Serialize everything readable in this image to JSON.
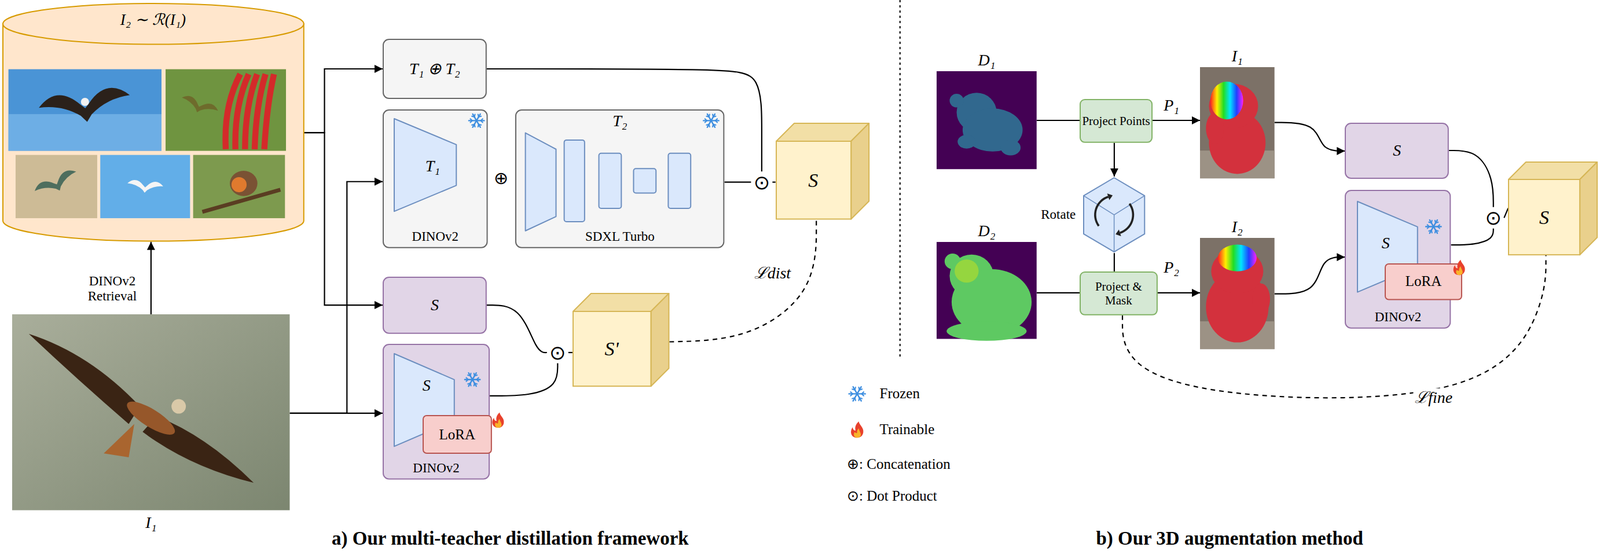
{
  "diagram": {
    "nodes": [
      {
        "text": [
          "I₂ ∼ ℛ(I₁)"
        ]
      },
      {
        "text": [
          "I₁"
        ]
      },
      {
        "text": [
          "T₁ ⊕ T₂"
        ]
      },
      {
        "text": [
          "DINOv2"
        ]
      },
      {
        "text": [
          "T₁"
        ],
        "in": 3
      },
      {
        "text": [
          "T₂",
          "SDXL Turbo"
        ]
      },
      {
        "text": [
          "⊙"
        ]
      },
      {
        "text": [
          "S"
        ]
      },
      {
        "text": [
          "S"
        ]
      },
      {
        "text": [
          "DINOv2"
        ]
      },
      {
        "text": [
          "S"
        ],
        "in": 9
      },
      {
        "text": [
          "LoRA"
        ],
        "in": 9
      },
      {
        "text": [
          "⊙"
        ]
      },
      {
        "text": [
          "S'"
        ]
      },
      {
        "text": [
          "D₁"
        ]
      },
      {
        "text": [
          "Project Points"
        ]
      },
      {
        "text": [
          "Rotate"
        ]
      },
      {
        "text": [
          "D₂"
        ]
      },
      {
        "text": [
          "Project & Mask"
        ]
      },
      {
        "text": [
          "I₁"
        ]
      },
      {
        "text": [
          "I₂"
        ]
      },
      {
        "text": [
          "S"
        ]
      },
      {
        "text": [
          "DINOv2"
        ]
      },
      {
        "text": [
          "S"
        ],
        "in": 22
      },
      {
        "text": [
          "LoRA"
        ],
        "in": 22
      },
      {
        "text": [
          "⊙"
        ]
      },
      {
        "text": [
          "S"
        ]
      }
    ],
    "edges": [
      {
        "from": 1,
        "to": 0,
        "arrow": "to",
        "label": "DINOv2 Retrieval"
      },
      {
        "from": 0,
        "to": 2,
        "arrow": "to"
      },
      {
        "from": 0,
        "to": 8,
        "arrow": "to"
      },
      {
        "from": 1,
        "to": 3,
        "arrow": "to"
      },
      {
        "from": 1,
        "to": 9,
        "arrow": "to"
      },
      {
        "from": 2,
        "to": 6,
        "arrow": "none"
      },
      {
        "from": 5,
        "to": 6,
        "arrow": "none"
      },
      {
        "from": 6,
        "to": 7,
        "arrow": "none"
      },
      {
        "from": 8,
        "to": 12,
        "arrow": "none"
      },
      {
        "from": 9,
        "to": 12,
        "arrow": "none"
      },
      {
        "from": 12,
        "to": 13,
        "arrow": "none"
      },
      {
        "from": 13,
        "to": 7,
        "arrow": "none",
        "label": "ℒdist"
      },
      {
        "from": 14,
        "to": 15,
        "arrow": "none"
      },
      {
        "from": 15,
        "to": 16,
        "arrow": "to"
      },
      {
        "from": 16,
        "to": 18,
        "arrow": "none"
      },
      {
        "from": 17,
        "to": 18,
        "arrow": "none"
      },
      {
        "from": 15,
        "to": 19,
        "arrow": "to",
        "label": "P₁"
      },
      {
        "from": 18,
        "to": 20,
        "arrow": "to",
        "label": "P₂"
      },
      {
        "from": 19,
        "to": 21,
        "arrow": "to"
      },
      {
        "from": 20,
        "to": 22,
        "arrow": "to"
      },
      {
        "from": 21,
        "to": 25,
        "arrow": "none"
      },
      {
        "from": 22,
        "to": 25,
        "arrow": "none"
      },
      {
        "from": 25,
        "to": 26,
        "arrow": "none"
      },
      {
        "from": 18,
        "to": 26,
        "arrow": "none",
        "label": "ℒfine"
      }
    ],
    "labels": [
      "⊕",
      "a) Our multi-teacher distillation framework",
      "b) Our 3D augmentation method"
    ],
    "legend": [
      {
        "text": "Frozen"
      },
      {
        "text": "Trainable"
      },
      {
        "text": "⊕: Concatenation"
      },
      {
        "text": "⊙: Dot Product"
      }
    ]
  }
}
